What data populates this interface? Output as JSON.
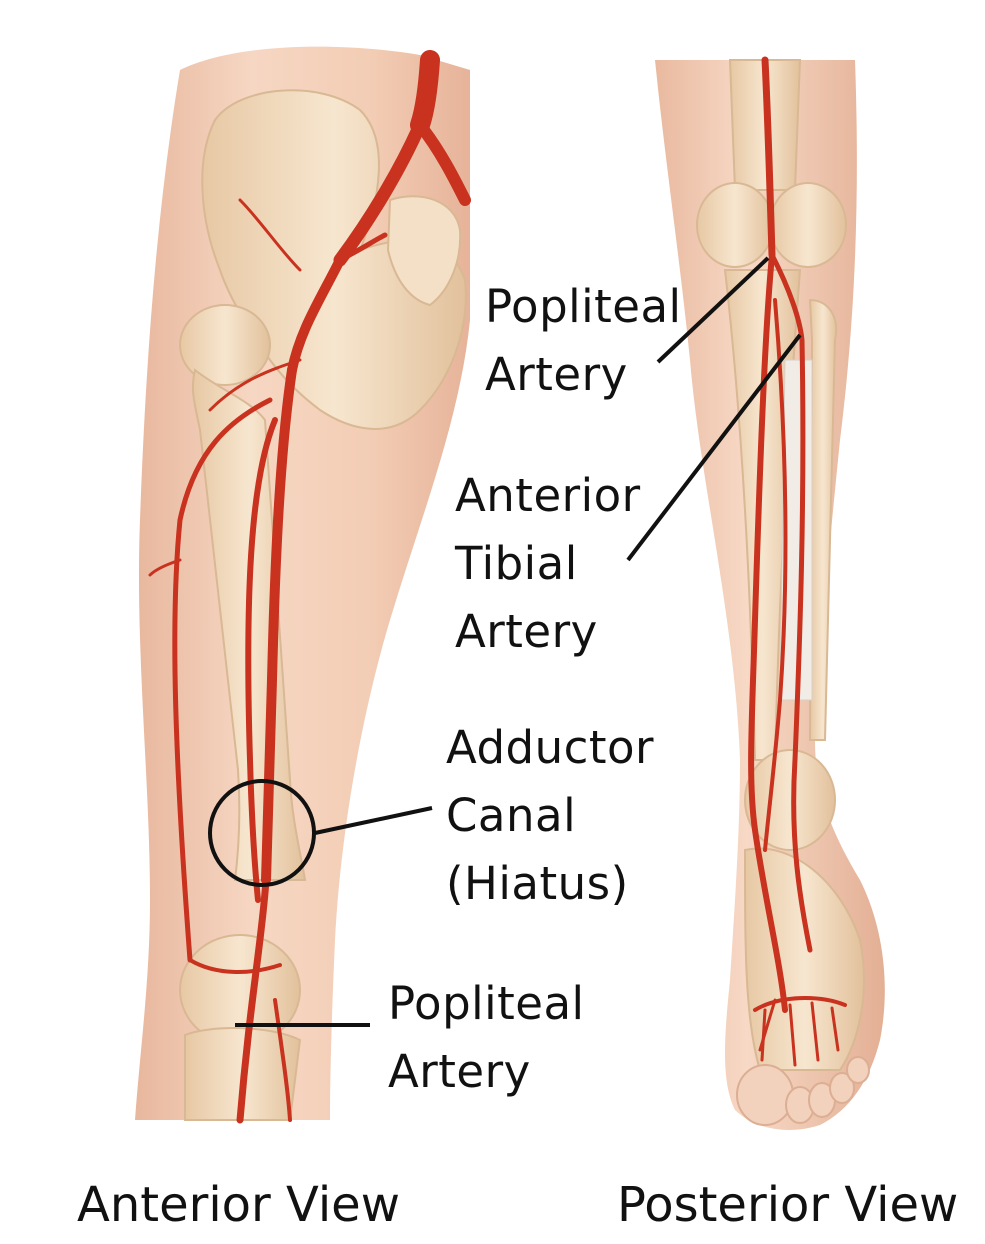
{
  "labels": {
    "popliteal_posterior": [
      "Popliteal",
      "Artery"
    ],
    "anterior_tibial": [
      "Anterior",
      "Tibial",
      "Artery"
    ],
    "adductor_canal": [
      "Adductor",
      "Canal",
      "(Hiatus)"
    ],
    "popliteal_anterior": [
      "Popliteal",
      "Artery"
    ]
  },
  "captions": {
    "anterior": "Anterior View",
    "posterior": "Posterior View"
  },
  "colors": {
    "skin": "#f3cdb5",
    "skin_shadow": "#e4b096",
    "bone": "#f2dcc0",
    "bone_edge": "#d9b894",
    "artery": "#c8321f",
    "artery_dark": "#9e2414",
    "leader_line": "#111111"
  }
}
